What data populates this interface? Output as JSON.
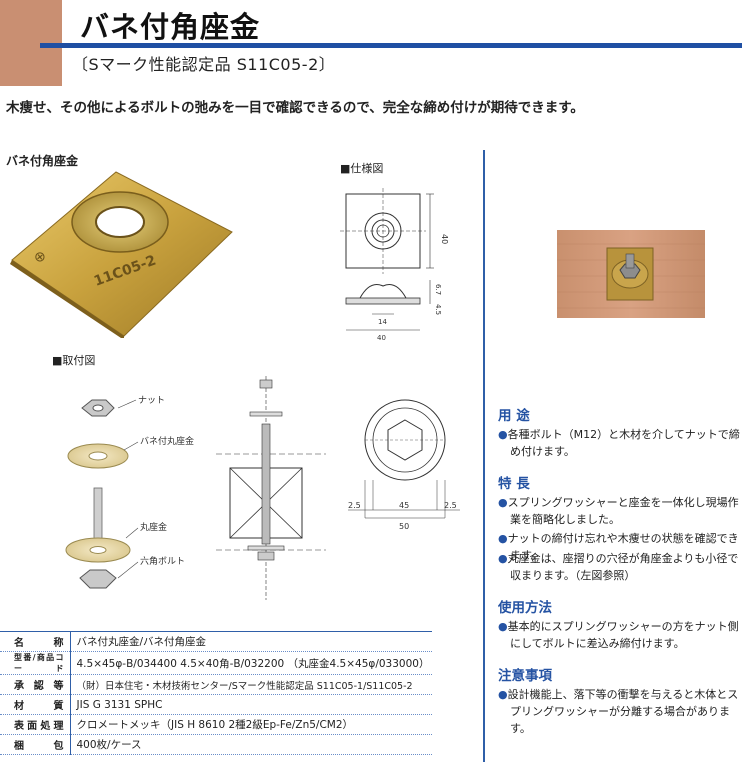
{
  "header": {
    "title": "バネ付角座金",
    "subtitle": "〔Sマーク性能認定品  S11C05-2〕"
  },
  "lead": "木痩せ、その他によるボルトの弛みを一目で確認できるので、完全な締め付けが期待できます。",
  "photo": {
    "label": "バネ付角座金",
    "stamp": "11C05-2"
  },
  "spec_drawing": {
    "label": "■仕様図",
    "dims": [
      "40",
      "6.7",
      "4.5",
      "14",
      "40"
    ]
  },
  "mount_drawing": {
    "label": "■取付図",
    "parts": [
      "ナット",
      "バネ付丸座金",
      "丸座金",
      "六角ボルト"
    ],
    "dims": [
      "2.5",
      "45",
      "2.5",
      "50"
    ]
  },
  "sections": [
    {
      "title": "用 途",
      "items": [
        "各種ボルト（M12）と木材を介してナットで締め付けます。"
      ]
    },
    {
      "title": "特 長",
      "items": [
        "スプリングワッシャーと座金を一体化し現場作業を簡略化しました。",
        "ナットの締付け忘れや木痩せの状態を確認できます。",
        "丸座金は、座摺りの穴径が角座金よりも小径で収まります。（左図参照）"
      ]
    },
    {
      "title": "使用方法",
      "items": [
        "基本的にスプリングワッシャーの方をナット側にしてボルトに差込み締付けます。"
      ]
    },
    {
      "title": "注意事項",
      "items": [
        "設計機能上、落下等の衝撃を与えると木体とスプリングワッシャーが分離する場合があります。"
      ]
    }
  ],
  "table": [
    {
      "key": "名称",
      "value": "バネ付丸座金/バネ付角座金"
    },
    {
      "key": "型番/商品コード",
      "value": "4.5×45φ-B/034400   4.5×40角-B/032200   （丸座金4.5×45φ/033000）"
    },
    {
      "key": "承認等",
      "value": "（財）日本住宅・木材技術センター/Sマーク性能認定品 S11C05-1/S11C05-2"
    },
    {
      "key": "材質",
      "value": "JIS G 3131  SPHC"
    },
    {
      "key": "表面処理",
      "value": "クロメートメッキ（JIS H 8610  2種2級Ep-Fe/Zn5/CM2）"
    },
    {
      "key": "梱包",
      "value": "400枚/ケース"
    }
  ],
  "colors": {
    "accent": "#1f4fa3",
    "header_block": "#c98f72",
    "heading": "#2553a3"
  }
}
